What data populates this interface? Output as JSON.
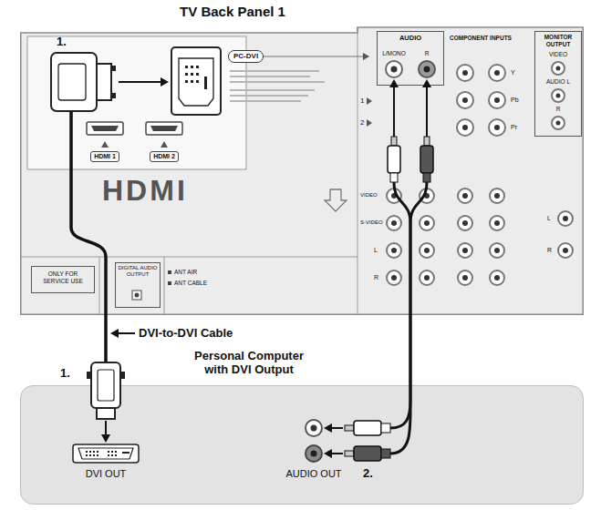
{
  "diagram": {
    "nodes": [
      {
        "text": [
          "TV Back Panel 1"
        ]
      },
      {
        "text": [
          "PC-DVI"
        ],
        "in": 0
      },
      {
        "text": [
          "AUDIO",
          "L/MONO",
          "R"
        ],
        "in": 0
      },
      {
        "text": [
          "MONITOR OUTPUT",
          "VIDEO",
          "AUDIO L",
          "R"
        ],
        "in": 0
      },
      {
        "text": [
          "HDMI 1"
        ],
        "in": 0
      },
      {
        "text": [
          "HDMI 2"
        ],
        "in": 0
      },
      {
        "text": [
          "ONLY FOR SERVICE USE"
        ],
        "in": 0
      },
      {
        "text": [
          "DIGITAL AUDIO OUTPUT"
        ],
        "in": 0
      },
      {
        "text": [
          "Personal Computer with DVI Output"
        ]
      }
    ],
    "edges": [
      {
        "from": 8,
        "to": 0,
        "arrow": "none"
      },
      {
        "from": 8,
        "to": 0,
        "arrow": "none"
      }
    ],
    "labels": [
      "1.",
      "1",
      "2",
      "COMPONENT INPUTS",
      "Y",
      "Pb",
      "Pr",
      "VIDEO",
      "S-VIDEO",
      "L",
      "R",
      "L",
      "R",
      "HDMI",
      "ANT AIR",
      "ANT CABLE",
      "DVI-to-DVI Cable",
      "1.",
      "DVI OUT",
      "AUDIO OUT",
      "2."
    ]
  }
}
